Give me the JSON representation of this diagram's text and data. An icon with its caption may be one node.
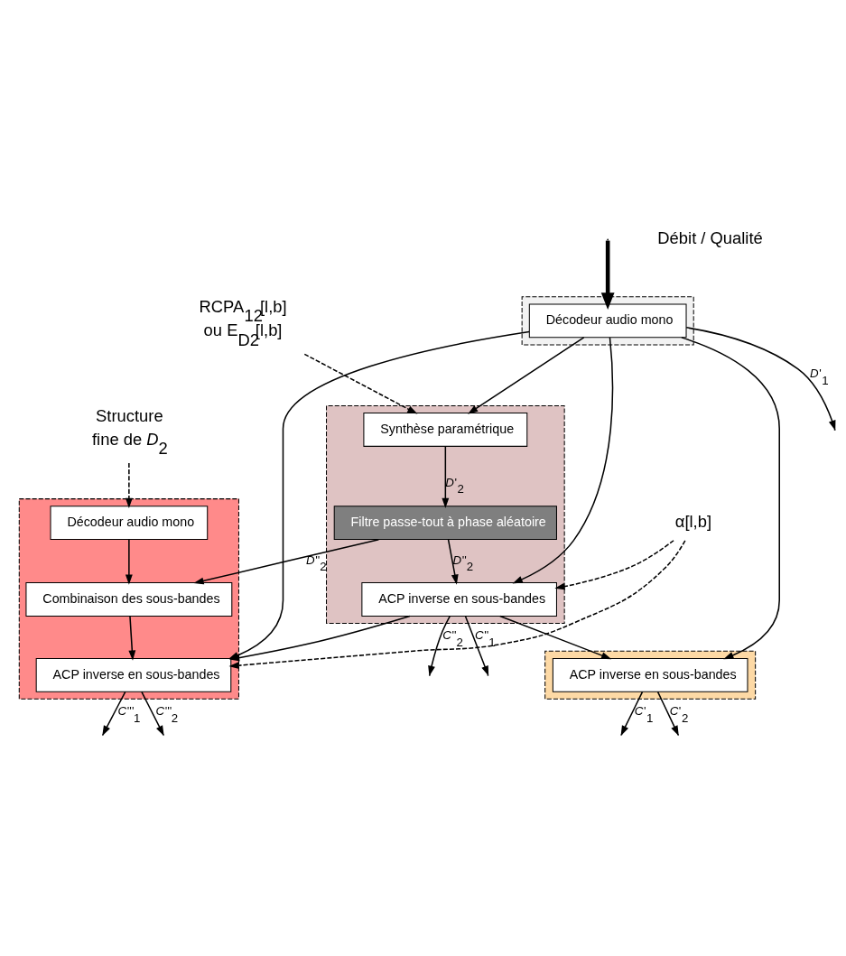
{
  "diagram": {
    "nodes": [
      {
        "text": [],
        "shape": "box"
      },
      {
        "text": [
          "Décodeur audio mono"
        ],
        "in": 0
      },
      {
        "text": [],
        "shape": "box"
      },
      {
        "text": [
          "ACP inverse en sous-bandes"
        ],
        "in": 2
      },
      {
        "text": [],
        "shape": "box"
      },
      {
        "text": [
          "Synthèse paramétrique"
        ],
        "in": 4
      },
      {
        "text": [
          "ACP inverse en sous-bandes"
        ],
        "in": 4
      },
      {
        "text": [
          "Filtre passe-tout à phase aléatoire"
        ],
        "in": 4
      },
      {
        "text": [],
        "shape": "box"
      },
      {
        "text": [
          "Combinaison des sous-bandes"
        ],
        "in": 8
      },
      {
        "text": [
          "ACP inverse en sous-bandes"
        ],
        "in": 8
      },
      {
        "text": [
          "Décodeur audio mono"
        ],
        "in": 8
      },
      {
        "text": [
          "RCPA$_{12}$[l,b]",
          "ou E$_{D2}$[l,b]"
        ]
      },
      {
        "text": [
          "α[l,b]"
        ]
      },
      {
        "text": [
          "Structure",
          "fine de *D*$_{2}$"
        ]
      }
    ],
    "edges": [
      {
        "from": 1,
        "to": null,
        "arrow": "to",
        "label": "*D*'$_{1}$"
      },
      {
        "from": null,
        "to": 1,
        "arrow": "to",
        "style": "thick"
      },
      {
        "from": 1,
        "to": 3,
        "arrow": "to"
      },
      {
        "from": 1,
        "to": 5,
        "arrow": "to"
      },
      {
        "from": 1,
        "to": 6,
        "arrow": "to"
      },
      {
        "from": 1,
        "to": 10,
        "arrow": "to"
      },
      {
        "from": 3,
        "to": null,
        "arrow": "to",
        "label": "*C*'$_{1}$"
      },
      {
        "from": 3,
        "to": null,
        "arrow": "to",
        "label": "*C*'$_{2}$"
      },
      {
        "from": 12,
        "to": 5,
        "arrow": "to",
        "style": "dashed"
      },
      {
        "from": 6,
        "to": 3,
        "arrow": "to"
      },
      {
        "from": 6,
        "to": null,
        "arrow": "to",
        "label": "*C*''$_{1}$"
      },
      {
        "from": 6,
        "to": null,
        "arrow": "to",
        "label": "*C*''$_{2}$"
      },
      {
        "from": 5,
        "to": 7,
        "arrow": "to",
        "label": "*D*'$_{2}$"
      },
      {
        "from": 7,
        "to": 6,
        "arrow": "to",
        "label": "*D*''$_{2}$"
      },
      {
        "from": 13,
        "to": 6,
        "arrow": "to",
        "style": "dashed"
      },
      {
        "from": 13,
        "to": 10,
        "arrow": "to",
        "style": "dashed"
      },
      {
        "from": 6,
        "to": 10,
        "arrow": "to"
      },
      {
        "from": 7,
        "to": 9,
        "arrow": "to",
        "label": "*D*''$_{2}$"
      },
      {
        "from": 9,
        "to": 10,
        "arrow": "to"
      },
      {
        "from": 14,
        "to": 11,
        "arrow": "to",
        "style": "dashed"
      },
      {
        "from": 11,
        "to": 9,
        "arrow": "to"
      },
      {
        "from": 10,
        "to": null,
        "arrow": "to",
        "label": "*C*'''$_{1}$"
      },
      {
        "from": 10,
        "to": null,
        "arrow": "to",
        "label": "*C*'''$_{2}$"
      }
    ],
    "labels": [
      "Débit / Qualité"
    ]
  }
}
